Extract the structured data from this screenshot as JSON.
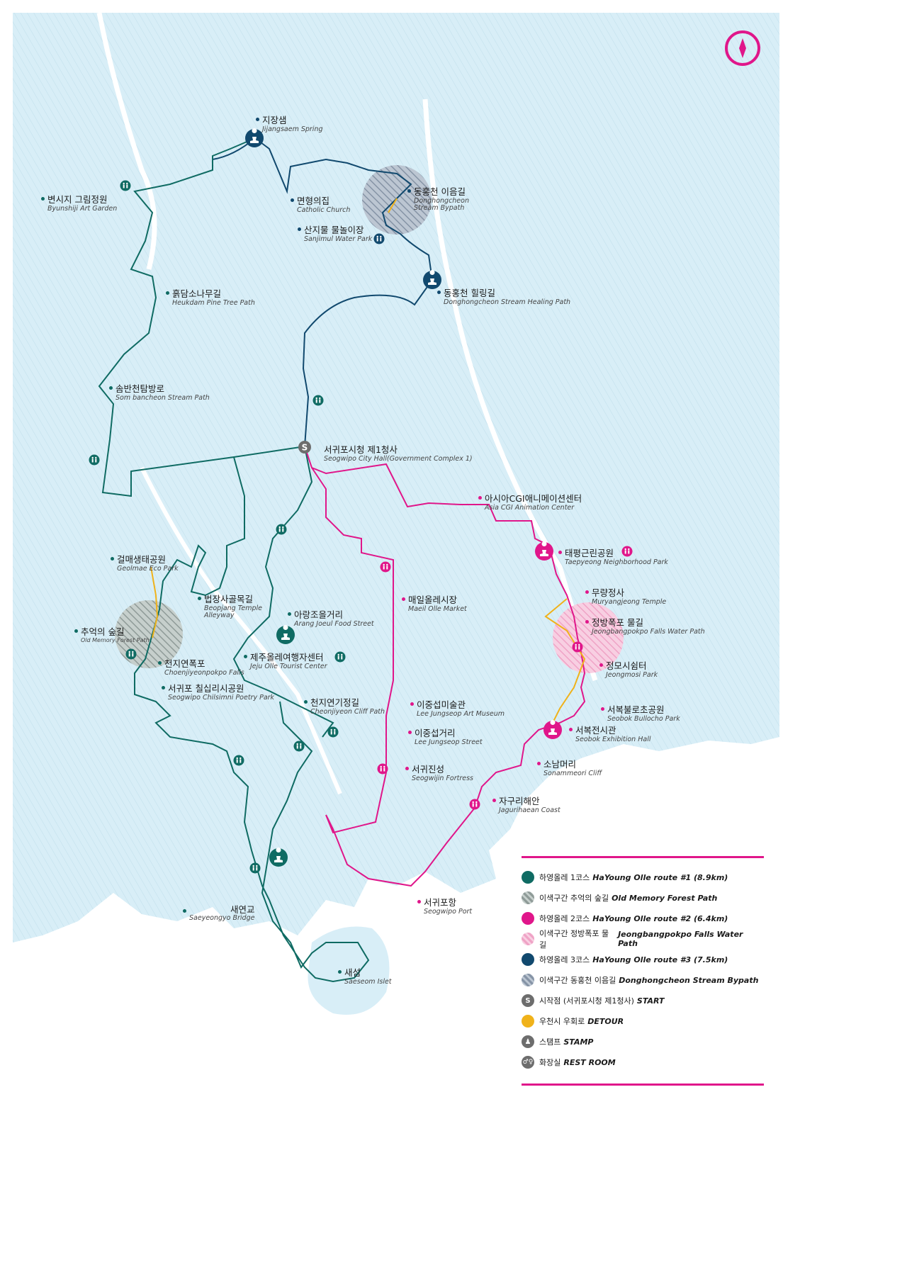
{
  "colors": {
    "sea": "#ffffff",
    "land": "#d8eef7",
    "route1": "#0f6b63",
    "route2": "#e0168a",
    "route3": "#11496e",
    "detour": "#f0b21a",
    "forest_hatch": "#9aa5a3",
    "falls_hatch": "#f4b6d4",
    "bypass_hatch": "#8f9fb1"
  },
  "map": {
    "start_icon": "start-marker-icon",
    "compass_icon": "compass-icon",
    "places": [
      {
        "key": "jijangsaem",
        "ko": "지장샘",
        "en": "Jijangsaem Spring",
        "route": "route3"
      },
      {
        "key": "byunshiji",
        "ko": "변시지 그림정원",
        "en": "Byunshiji Art Garden",
        "route": "route1"
      },
      {
        "key": "catholic",
        "ko": "면형의집",
        "en": "Catholic Church",
        "route": "route3"
      },
      {
        "key": "donghong_bypass",
        "ko": "동홍천 이음길",
        "en": "Donghongcheon Stream Bypath",
        "route": "route3"
      },
      {
        "key": "sanjimul",
        "ko": "산지물 물놀이장",
        "en": "Sanjimul Water Park",
        "route": "route3"
      },
      {
        "key": "heukdam",
        "ko": "흙담소나무길",
        "en": "Heukdam Pine Tree Path",
        "route": "route1"
      },
      {
        "key": "donghong_healing",
        "ko": "동홍천 힐링길",
        "en": "Donghongcheon Stream Healing Path",
        "route": "route3"
      },
      {
        "key": "sombancheon",
        "ko": "솜반천탐방로",
        "en": "Som bancheon Stream Path",
        "route": "route1"
      },
      {
        "key": "cityhall",
        "ko": "서귀포시청 제1청사",
        "en": "Seogwipo City Hall(Government Complex 1)",
        "route": "start"
      },
      {
        "key": "asiacgi",
        "ko": "아시아CGI애니메이션센터",
        "en": "Asia CGI Animation Center",
        "route": "route2"
      },
      {
        "key": "taepyeong",
        "ko": "태평근린공원",
        "en": "Taepyeong Neighborhood Park",
        "route": "route2"
      },
      {
        "key": "geolmae",
        "ko": "걸매생태공원",
        "en": "Geolmae Eco Park",
        "route": "route1"
      },
      {
        "key": "muryang",
        "ko": "무량정사",
        "en": "Muryangjeong Temple",
        "route": "route2"
      },
      {
        "key": "beopjang",
        "ko": "법장사골목길",
        "en": "Beopjang Temple Alleyway",
        "route": "route1"
      },
      {
        "key": "maeil",
        "ko": "매일올레시장",
        "en": "Maeil Olle Market",
        "route": "route2"
      },
      {
        "key": "jeongbang",
        "ko": "정방폭포 물길",
        "en": "Jeongbangpokpo Falls Water Path",
        "route": "route2"
      },
      {
        "key": "arang",
        "ko": "아랑조을거리",
        "en": "Arang Joeul Food Street",
        "route": "route1"
      },
      {
        "key": "memory_forest",
        "ko": "추억의 숲길",
        "en": "Old Memory Forest Path",
        "route": "route1"
      },
      {
        "key": "tourist_center",
        "ko": "제주올레여행자센터",
        "en": "Jeju Olle Tourist Center",
        "route": "route1"
      },
      {
        "key": "jeongmo",
        "ko": "정모시쉼터",
        "en": "Jeongmosi Park",
        "route": "route2"
      },
      {
        "key": "cheonjiyeon_falls",
        "ko": "천지연폭포",
        "en": "Choenjiyeonpokpo Falls",
        "route": "route1"
      },
      {
        "key": "chilsimni",
        "ko": "서귀포 칠십리시공원",
        "en": "Seogwipo Chilsimni Poetry Park",
        "route": "route1"
      },
      {
        "key": "cheonjiyeon_cliff",
        "ko": "천지연기정길",
        "en": "Cheonjiyeon Cliff Path",
        "route": "route1"
      },
      {
        "key": "leejungseop_museum",
        "ko": "이중섭미술관",
        "en": "Lee Jungseop Art Museum",
        "route": "route2"
      },
      {
        "key": "seobok_park",
        "ko": "서복불로초공원",
        "en": "Seobok Bullocho Park",
        "route": "route2"
      },
      {
        "key": "leejungseop_street",
        "ko": "이중섭거리",
        "en": "Lee Jungseop Street",
        "route": "route2"
      },
      {
        "key": "seobok_hall",
        "ko": "서복전시관",
        "en": "Seobok Exhibition Hall",
        "route": "route2"
      },
      {
        "key": "seogwijin",
        "ko": "서귀진성",
        "en": "Seogwijin Fortress",
        "route": "route2"
      },
      {
        "key": "sonammeori",
        "ko": "소남머리",
        "en": "Sonammeori Cliff",
        "route": "route2"
      },
      {
        "key": "jaguri",
        "ko": "자구리해안",
        "en": "Jagurihaean Coast",
        "route": "route2"
      },
      {
        "key": "port",
        "ko": "서귀포항",
        "en": "Seogwipo Port",
        "route": "route2"
      },
      {
        "key": "saeyeongyo",
        "ko": "새연교",
        "en": "Saeyeongyo Bridge",
        "route": "route1"
      },
      {
        "key": "saeseom",
        "ko": "새섬",
        "en": "Saeseom Islet",
        "route": "route1"
      }
    ]
  },
  "legend": {
    "items": [
      {
        "key": "r1",
        "ko": "하영올레 1코스",
        "en": "HaYoung Olle route #1 (8.9km)",
        "swatch": "route1",
        "icon": "route1-swatch-icon"
      },
      {
        "key": "r1h",
        "ko": "이색구간 추억의 숲길",
        "en": "Old Memory Forest Path",
        "swatch": "forest_hatch",
        "icon": "forest-hatch-swatch-icon"
      },
      {
        "key": "r2",
        "ko": "하영올레 2코스",
        "en": "HaYoung Olle route #2 (6.4km)",
        "swatch": "route2",
        "icon": "route2-swatch-icon"
      },
      {
        "key": "r2h",
        "ko": "이색구간 정방폭포 물길",
        "en": "Jeongbangpokpo Falls Water Path",
        "swatch": "falls_hatch",
        "icon": "falls-hatch-swatch-icon"
      },
      {
        "key": "r3",
        "ko": "하영올레 3코스",
        "en": "HaYoung Olle route #3 (7.5km)",
        "swatch": "route3",
        "icon": "route3-swatch-icon"
      },
      {
        "key": "r3h",
        "ko": "이색구간 동홍천 이음길",
        "en": "Donghongcheon Stream Bypath",
        "swatch": "bypass_hatch",
        "icon": "bypass-hatch-swatch-icon"
      },
      {
        "key": "start",
        "ko": "시작점 (서귀포시청 제1청사)",
        "en": "START",
        "swatch": "start",
        "icon": "start-icon"
      },
      {
        "key": "detour",
        "ko": "우천시 우회로",
        "en": "DETOUR",
        "swatch": "detour",
        "icon": "detour-swatch-icon"
      },
      {
        "key": "stamp",
        "ko": "스탬프",
        "en": "STAMP",
        "swatch": "stamp",
        "icon": "stamp-icon"
      },
      {
        "key": "restroom",
        "ko": "화장실",
        "en": "REST ROOM",
        "swatch": "restroom",
        "icon": "restroom-icon"
      }
    ]
  }
}
